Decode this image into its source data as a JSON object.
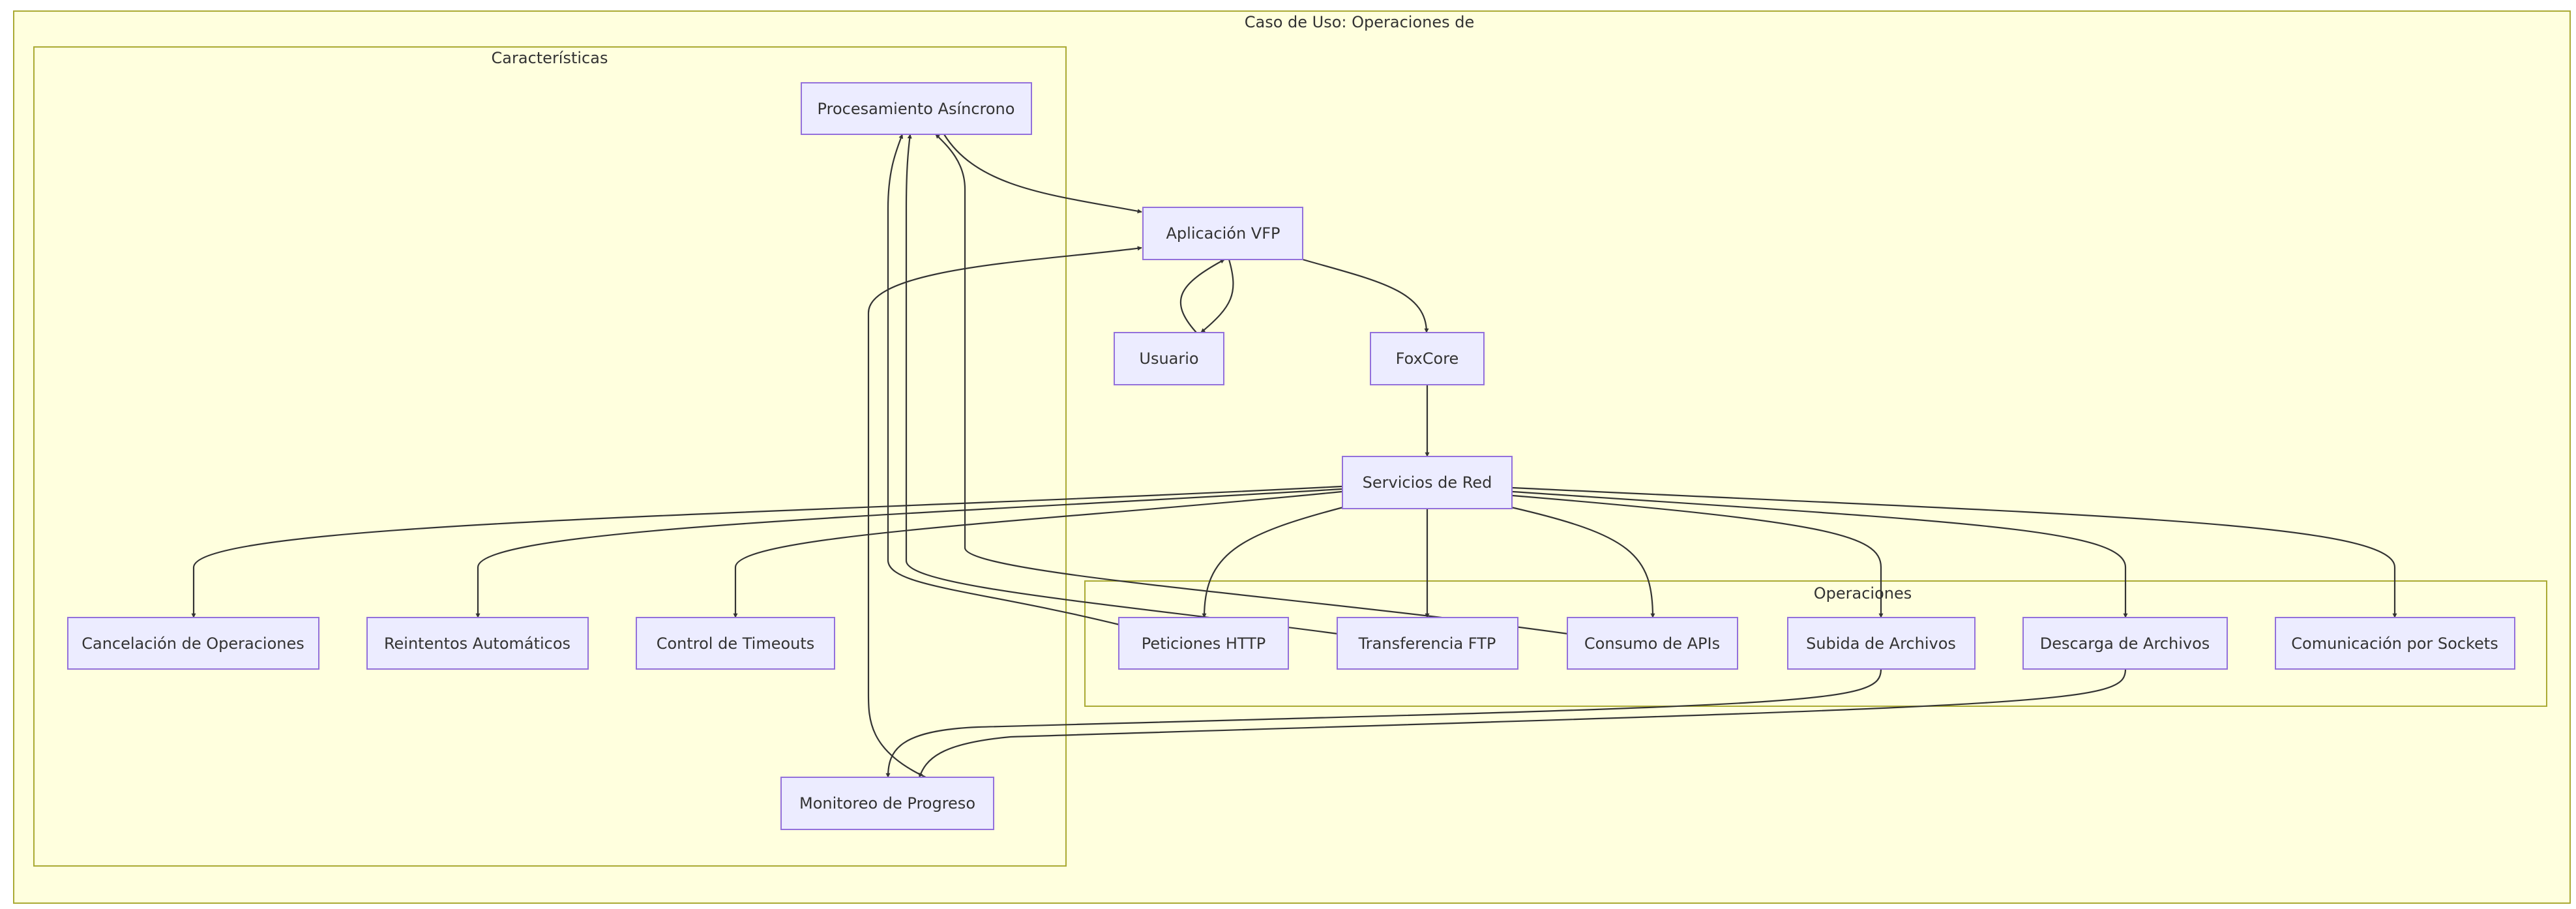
{
  "diagram": {
    "title": "Caso de Uso: Operaciones de",
    "clusters": {
      "caracteristicas": "Características",
      "operaciones": "Operaciones"
    },
    "nodes": {
      "procesamiento": "Procesamiento Asíncrono",
      "aplicacion": "Aplicación VFP",
      "usuario": "Usuario",
      "foxcore": "FoxCore",
      "servicios": "Servicios de Red",
      "cancelacion": "Cancelación de Operaciones",
      "reintentos": "Reintentos Automáticos",
      "timeouts": "Control de Timeouts",
      "http": "Peticiones HTTP",
      "ftp": "Transferencia FTP",
      "apis": "Consumo de APIs",
      "subida": "Subida de Archivos",
      "descarga": "Descarga de Archivos",
      "sockets": "Comunicación por Sockets",
      "monitoreo": "Monitoreo de Progreso"
    },
    "edges": [
      [
        "procesamiento",
        "aplicacion"
      ],
      [
        "usuario",
        "aplicacion"
      ],
      [
        "aplicacion",
        "usuario"
      ],
      [
        "aplicacion",
        "foxcore"
      ],
      [
        "foxcore",
        "servicios"
      ],
      [
        "servicios",
        "cancelacion"
      ],
      [
        "servicios",
        "reintentos"
      ],
      [
        "servicios",
        "timeouts"
      ],
      [
        "servicios",
        "http"
      ],
      [
        "servicios",
        "ftp"
      ],
      [
        "servicios",
        "apis"
      ],
      [
        "servicios",
        "subida"
      ],
      [
        "servicios",
        "descarga"
      ],
      [
        "servicios",
        "sockets"
      ],
      [
        "http",
        "procesamiento"
      ],
      [
        "ftp",
        "procesamiento"
      ],
      [
        "apis",
        "procesamiento"
      ],
      [
        "subida",
        "monitoreo"
      ],
      [
        "descarga",
        "monitoreo"
      ],
      [
        "monitoreo",
        "aplicacion"
      ]
    ]
  }
}
